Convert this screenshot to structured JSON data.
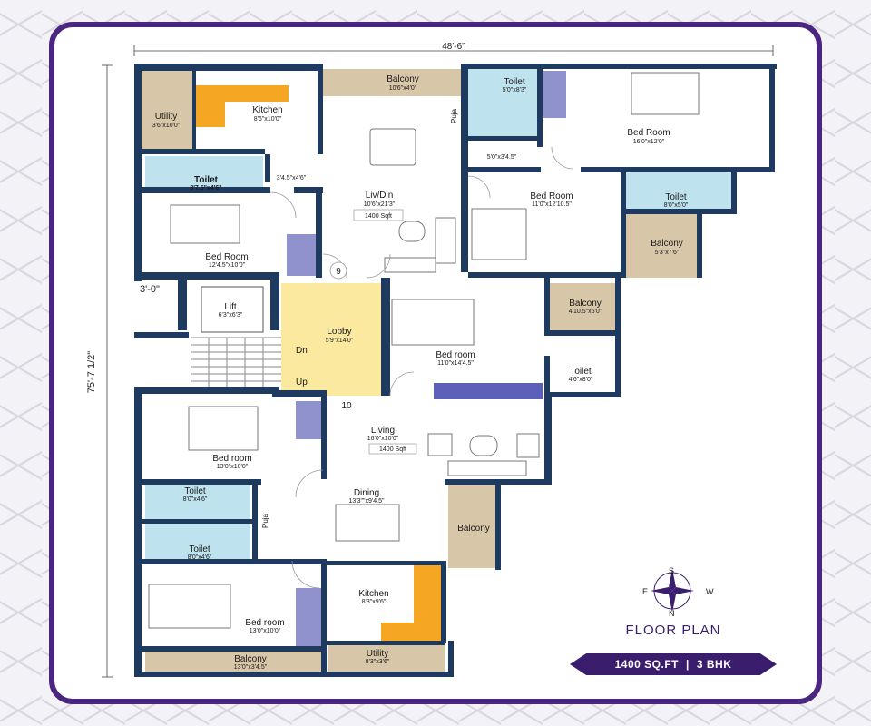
{
  "title": "FLOOR PLAN",
  "badge": {
    "area": "1400 SQ.FT",
    "separator": "|",
    "type": "3 BHK"
  },
  "compass": {
    "n": "N",
    "s": "S",
    "e": "E",
    "w": "W"
  },
  "dimensions": {
    "width": "48'-6\"",
    "height": "75'-7 1/2\"",
    "offset": "3'-0\""
  },
  "markers": {
    "unit_a": "9",
    "unit_b": "10"
  },
  "stairs": {
    "down": "Dn",
    "up": "Up"
  },
  "colors": {
    "frame": "#4a2680",
    "wall": "#1f3a5f",
    "kitchen": "#f5a623",
    "balcony": "#d8c6a8",
    "toilet": "#bfe3ee",
    "lobby": "#fbe9a0"
  },
  "rooms": [
    {
      "name": "Utility",
      "size": "3'6\"x10'0\""
    },
    {
      "name": "Kitchen",
      "size": "8'6\"x10'0\""
    },
    {
      "name": "Balcony",
      "size": "10'6\"x4'0\""
    },
    {
      "name": "Toilet",
      "size": "5'0\"x8'3\""
    },
    {
      "name": "Bed Room",
      "size": "16'0\"x12'0\""
    },
    {
      "name": "Puja",
      "size": ""
    },
    {
      "name": "Toilet",
      "size": "8'7.5\"x4'6\""
    },
    {
      "name": "",
      "size": "3'4.5\"x4'6\""
    },
    {
      "name": "Liv/Din",
      "size": "10'6\"x21'3\""
    },
    {
      "name": "1400 Sqft",
      "size": ""
    },
    {
      "name": "",
      "size": "5'0\"x3'4.5\""
    },
    {
      "name": "Bed Room",
      "size": "11'0\"x12'10.5\""
    },
    {
      "name": "Toilet",
      "size": "8'0\"x5'0\""
    },
    {
      "name": "Bed Room",
      "size": "12'4.5\"x10'0\""
    },
    {
      "name": "Balcony",
      "size": "5'3\"x7'6\""
    },
    {
      "name": "Lift",
      "size": "6'3\"x6'3\""
    },
    {
      "name": "Lobby",
      "size": "5'9\"x14'0\""
    },
    {
      "name": "Balcony",
      "size": "4'10.5\"x6'0\""
    },
    {
      "name": "Bed room",
      "size": "11'0\"x14'4.5\""
    },
    {
      "name": "Toilet",
      "size": "4'6\"x8'0\""
    },
    {
      "name": "Bed room",
      "size": "13'0\"x10'0\""
    },
    {
      "name": "Living",
      "size": "16'0\"x10'0\""
    },
    {
      "name": "1400 Sqft",
      "size": ""
    },
    {
      "name": "Toilet",
      "size": "8'0\"x4'6\""
    },
    {
      "name": "Dining",
      "size": "13'3\"\"x9'4.5\""
    },
    {
      "name": "Puja",
      "size": ""
    },
    {
      "name": "Balcony",
      "size": ""
    },
    {
      "name": "Toilet",
      "size": "8'0\"x4'6\""
    },
    {
      "name": "Kitchen",
      "size": "8'3\"x9'6\""
    },
    {
      "name": "Bed room",
      "size": "13'0\"x10'0\""
    },
    {
      "name": "Utility",
      "size": "8'3\"x3'6\""
    },
    {
      "name": "Balcony",
      "size": "13'0\"x3'4.5\""
    }
  ]
}
